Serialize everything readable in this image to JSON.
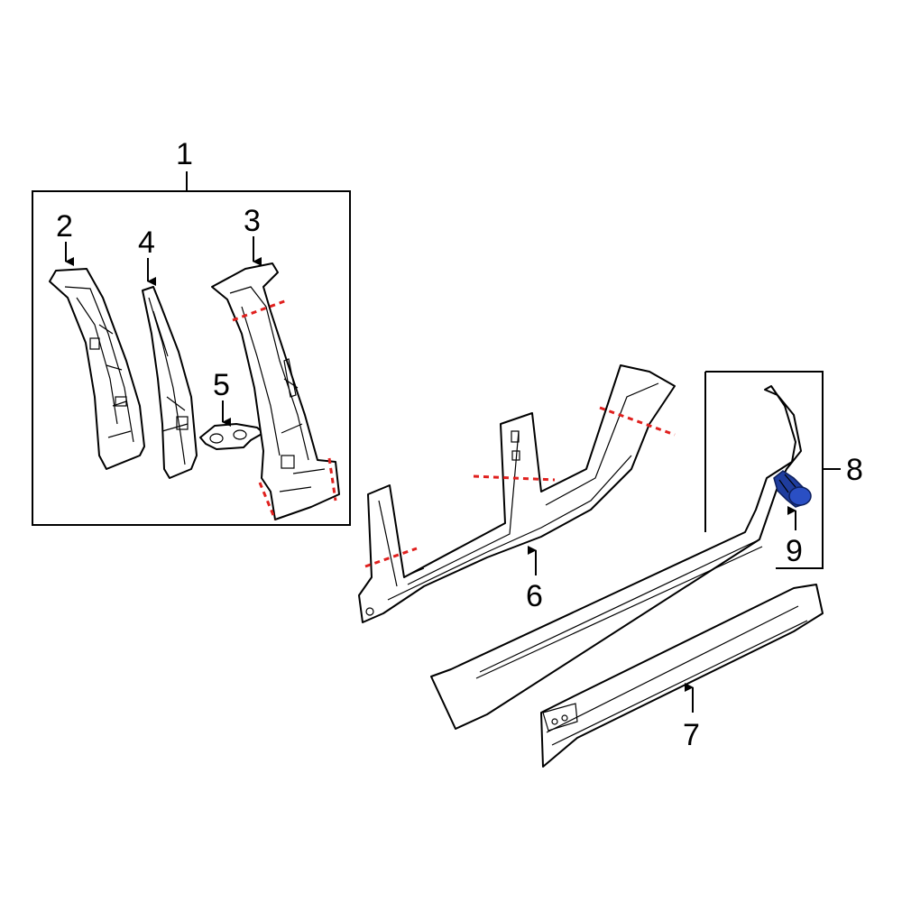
{
  "callouts": {
    "c1": "1",
    "c2": "2",
    "c3": "3",
    "c4": "4",
    "c5": "5",
    "c6": "6",
    "c7": "7",
    "c8": "8",
    "c9": "9"
  },
  "colors": {
    "line": "#000000",
    "cut_line": "#e0201e",
    "highlight_part": "#1f3d9e",
    "background": "#ffffff"
  },
  "highlighted_part": "9"
}
